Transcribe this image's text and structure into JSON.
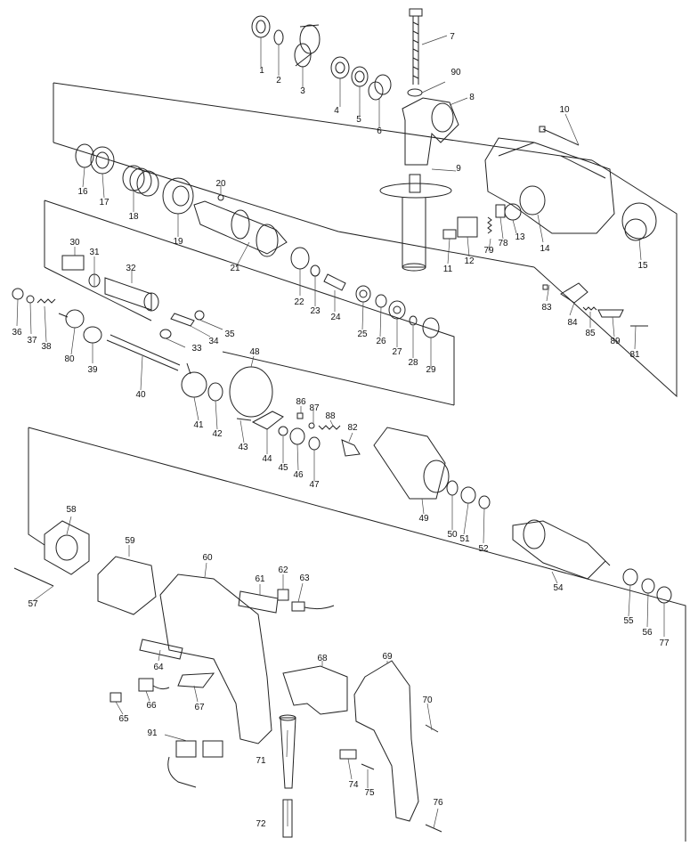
{
  "diagram": {
    "part_numbers": [
      "1",
      "2",
      "3",
      "4",
      "5",
      "6",
      "7",
      "8",
      "9",
      "10",
      "11",
      "12",
      "13",
      "14",
      "15",
      "16",
      "17",
      "18",
      "19",
      "20",
      "21",
      "22",
      "23",
      "24",
      "25",
      "26",
      "27",
      "28",
      "29",
      "30",
      "31",
      "32",
      "33",
      "34",
      "35",
      "36",
      "37",
      "38",
      "39",
      "40",
      "41",
      "42",
      "43",
      "44",
      "45",
      "46",
      "47",
      "48",
      "49",
      "50",
      "51",
      "52",
      "54",
      "55",
      "56",
      "57",
      "58",
      "59",
      "60",
      "61",
      "62",
      "63",
      "64",
      "65",
      "66",
      "67",
      "68",
      "69",
      "70",
      "71",
      "72",
      "74",
      "75",
      "76",
      "77",
      "78",
      "79",
      "80",
      "81",
      "82",
      "83",
      "84",
      "85",
      "86",
      "87",
      "88",
      "89",
      "90",
      "91"
    ]
  }
}
